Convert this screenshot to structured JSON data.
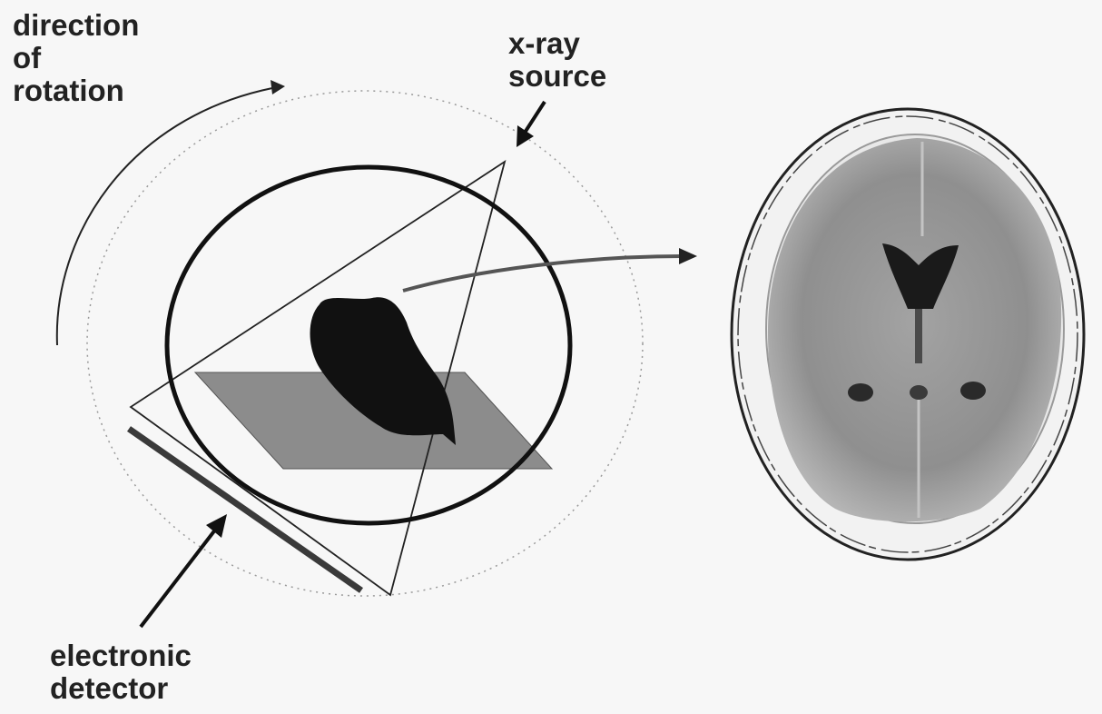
{
  "labels": {
    "rotation": [
      "direction",
      "of",
      "rotation"
    ],
    "source": [
      "x-ray",
      "source"
    ],
    "detector": [
      "electronic",
      "detector"
    ]
  },
  "colors": {
    "background": "#f7f7f7",
    "ink": "#111111",
    "plane": "#8c8c8c",
    "brain_tissue": "#9a9a9a",
    "ventricle": "#1a1a1a",
    "skull_gap": "#f2f2f2"
  },
  "icons": {
    "curved_arrow": "curved-arrow-icon",
    "pointer_arrow": "pointer-arrow-icon"
  }
}
